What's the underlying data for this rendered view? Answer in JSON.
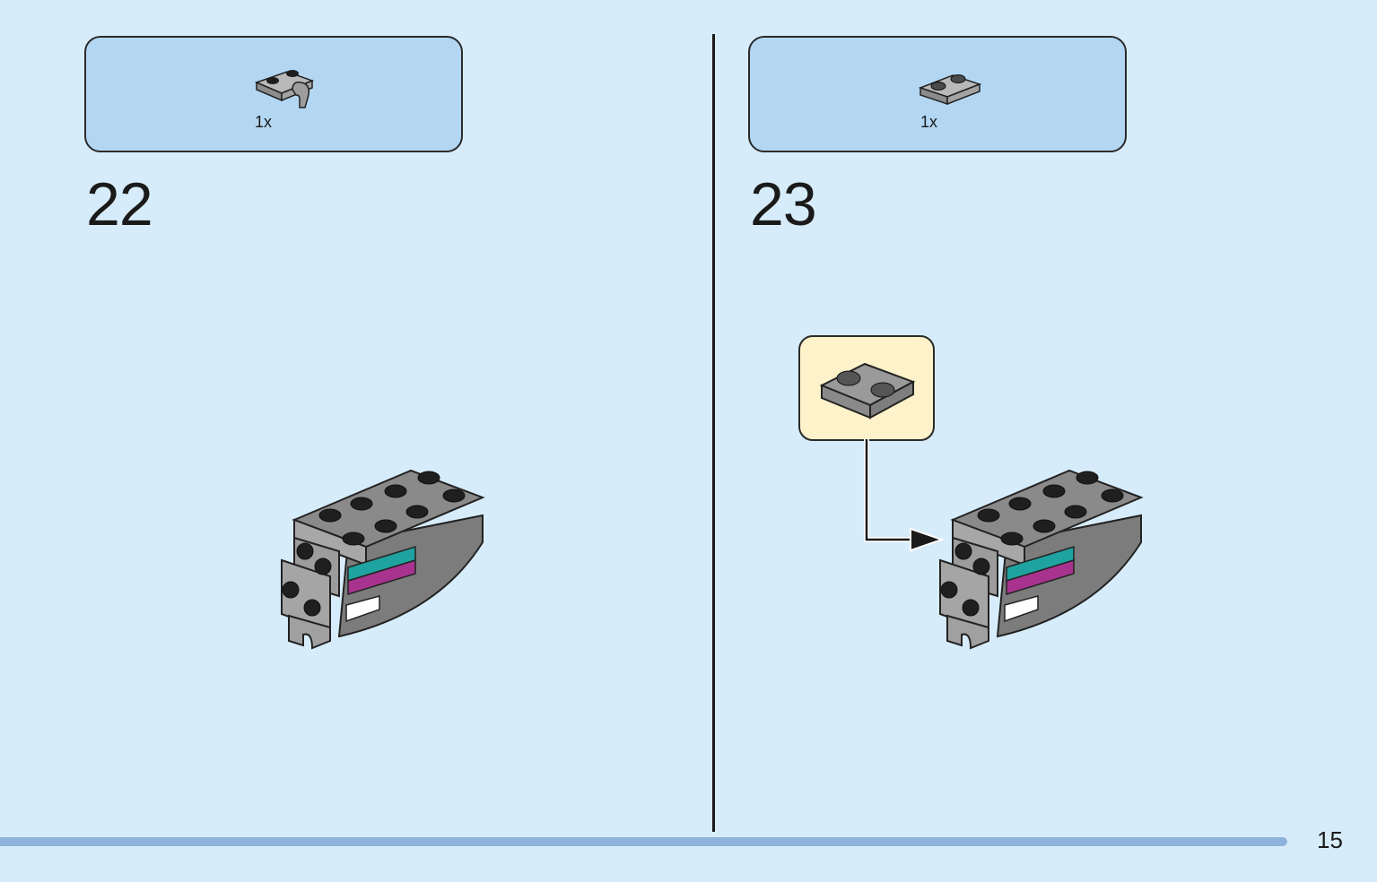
{
  "steps": [
    {
      "number": "22",
      "parts_qty": "1x",
      "part_icon": "plate-1x2-with-clip-icon"
    },
    {
      "number": "23",
      "parts_qty": "1x",
      "part_icon": "plate-1x2-icon"
    }
  ],
  "callout": {
    "part_icon": "plate-1x2-icon"
  },
  "page_number": "15",
  "colors": {
    "background": "#d7ecfa",
    "parts_box": "#b3d7f3",
    "callout": "#fdf2c9",
    "bottom_bar": "#8fb2dc",
    "brick_gray": "#9a9a9a",
    "stripe_teal": "#1fa3a0",
    "stripe_magenta": "#a8338f"
  }
}
